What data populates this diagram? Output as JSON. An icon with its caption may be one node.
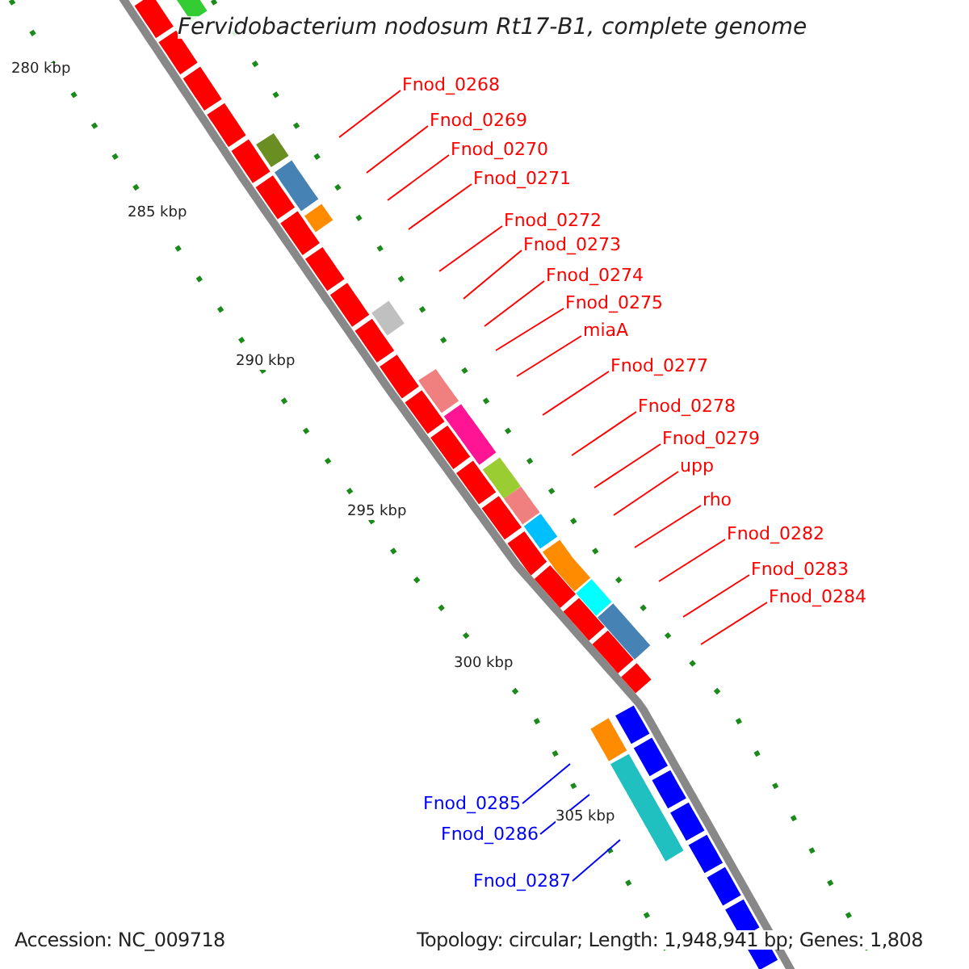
{
  "diagram": {
    "title": "Fervidobacterium nodosum Rt17-B1, complete genome",
    "nodes": [
      {
        "text": [
          "Fnod_0268"
        ]
      },
      {
        "text": [
          "Fnod_0269"
        ]
      },
      {
        "text": [
          "Fnod_0270"
        ]
      },
      {
        "text": [
          "Fnod_0271"
        ]
      },
      {
        "text": [
          "Fnod_0272"
        ]
      },
      {
        "text": [
          "Fnod_0273"
        ]
      },
      {
        "text": [
          "Fnod_0274"
        ]
      },
      {
        "text": [
          "Fnod_0275"
        ]
      },
      {
        "text": [
          "miaA"
        ]
      },
      {
        "text": [
          "Fnod_0277"
        ]
      },
      {
        "text": [
          "Fnod_0278"
        ]
      },
      {
        "text": [
          "Fnod_0279"
        ]
      },
      {
        "text": [
          "upp"
        ]
      },
      {
        "text": [
          "rho"
        ]
      },
      {
        "text": [
          "Fnod_0282"
        ]
      },
      {
        "text": [
          "Fnod_0283"
        ]
      },
      {
        "text": [
          "Fnod_0284"
        ]
      },
      {
        "text": [
          "Fnod_0285"
        ]
      },
      {
        "text": [
          "Fnod_0286"
        ]
      },
      {
        "text": [
          "Fnod_0287"
        ]
      }
    ],
    "edges": [
      {
        "from": 0,
        "to": null,
        "arrow": "none"
      },
      {
        "from": 1,
        "to": null,
        "arrow": "none"
      },
      {
        "from": 2,
        "to": null,
        "arrow": "none"
      },
      {
        "from": 3,
        "to": null,
        "arrow": "none"
      },
      {
        "from": 4,
        "to": null,
        "arrow": "none"
      },
      {
        "from": 5,
        "to": null,
        "arrow": "none"
      },
      {
        "from": 6,
        "to": null,
        "arrow": "none"
      },
      {
        "from": 7,
        "to": null,
        "arrow": "none"
      },
      {
        "from": 8,
        "to": null,
        "arrow": "none"
      },
      {
        "from": 9,
        "to": null,
        "arrow": "none"
      },
      {
        "from": 10,
        "to": null,
        "arrow": "none"
      },
      {
        "from": 11,
        "to": null,
        "arrow": "none"
      },
      {
        "from": 12,
        "to": null,
        "arrow": "none"
      },
      {
        "from": 13,
        "to": null,
        "arrow": "none"
      },
      {
        "from": 14,
        "to": null,
        "arrow": "none"
      },
      {
        "from": 15,
        "to": null,
        "arrow": "none"
      },
      {
        "from": 16,
        "to": null,
        "arrow": "none"
      },
      {
        "from": 17,
        "to": null,
        "arrow": "none",
        "color": "#0000ff"
      },
      {
        "from": 18,
        "to": null,
        "arrow": "none",
        "color": "#0000ff"
      },
      {
        "from": 19,
        "to": null,
        "arrow": "none",
        "color": "#0000ff"
      }
    ],
    "labels": [
      "280 kbp",
      "285 kbp",
      "290 kbp",
      "295 kbp",
      "300 kbp",
      "305 kbp",
      "Accession: NC_009718",
      "Topology: circular; Length: 1,948,941 bp; Genes: 1,808"
    ]
  }
}
